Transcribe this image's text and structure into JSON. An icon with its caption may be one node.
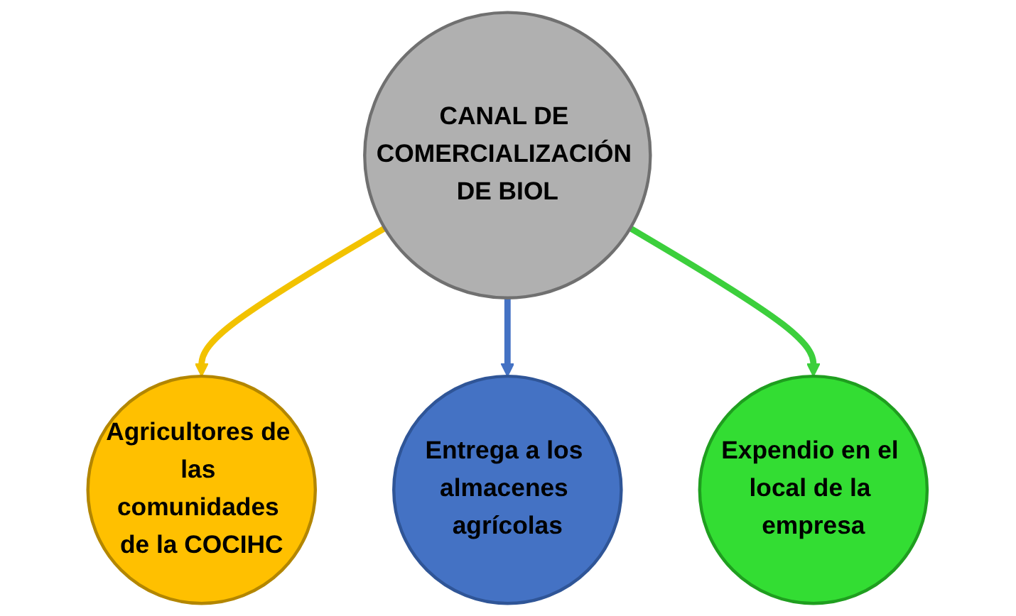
{
  "diagram": {
    "nodes": [
      {
        "text": [
          "Agricultores de las comunidades de la COCIHC"
        ]
      },
      {
        "text": [
          "CANAL DE COMERCIALIZACIÓN DE BIOL"
        ]
      },
      {
        "text": [
          "Entrega a los almacenes agrícolas"
        ]
      },
      {
        "text": [
          "Expendio en el local de la empresa"
        ]
      }
    ],
    "edges": [
      {
        "from": 1,
        "to": 0,
        "arrow": "to",
        "color": "#f2c200"
      },
      {
        "from": 1,
        "to": 2,
        "arrow": "to",
        "color": "#4472c4"
      },
      {
        "from": 1,
        "to": 3,
        "arrow": "to",
        "color": "#3ccf3c"
      }
    ]
  }
}
